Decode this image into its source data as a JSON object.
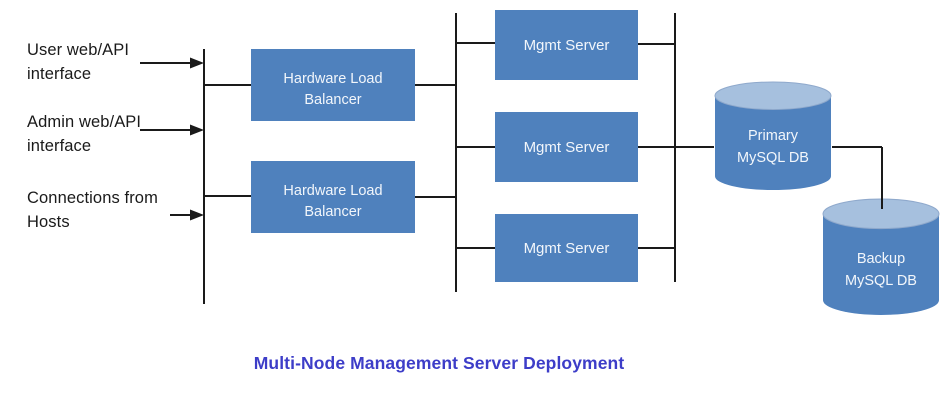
{
  "title": {
    "text": "Multi-Node Management Server Deployment",
    "color": "#3d3dc8"
  },
  "inputs": [
    {
      "line1": "User web/API",
      "line2": "interface"
    },
    {
      "line1": "Admin web/API",
      "line2": "interface"
    },
    {
      "line1": "Connections from",
      "line2": "Hosts"
    }
  ],
  "load_balancers": [
    {
      "label": "Hardware Load Balancer"
    },
    {
      "label": "Hardware Load Balancer"
    }
  ],
  "mgmt_servers": [
    {
      "label": "Mgmt Server"
    },
    {
      "label": "Mgmt Server"
    },
    {
      "label": "Mgmt Server"
    }
  ],
  "databases": [
    {
      "line1": "Primary",
      "line2": "MySQL DB"
    },
    {
      "line1": "Backup",
      "line2": "MySQL DB"
    }
  ],
  "colors": {
    "node_fill": "#4f81bd",
    "node_text": "#f2f6fb",
    "cylinder_body": "#4f81bd",
    "cylinder_top": "#a6c0de",
    "connector_line": "#1a1a1a",
    "label_text": "#1a1a1a",
    "title_text": "#3d3dc8",
    "background": "#ffffff"
  }
}
